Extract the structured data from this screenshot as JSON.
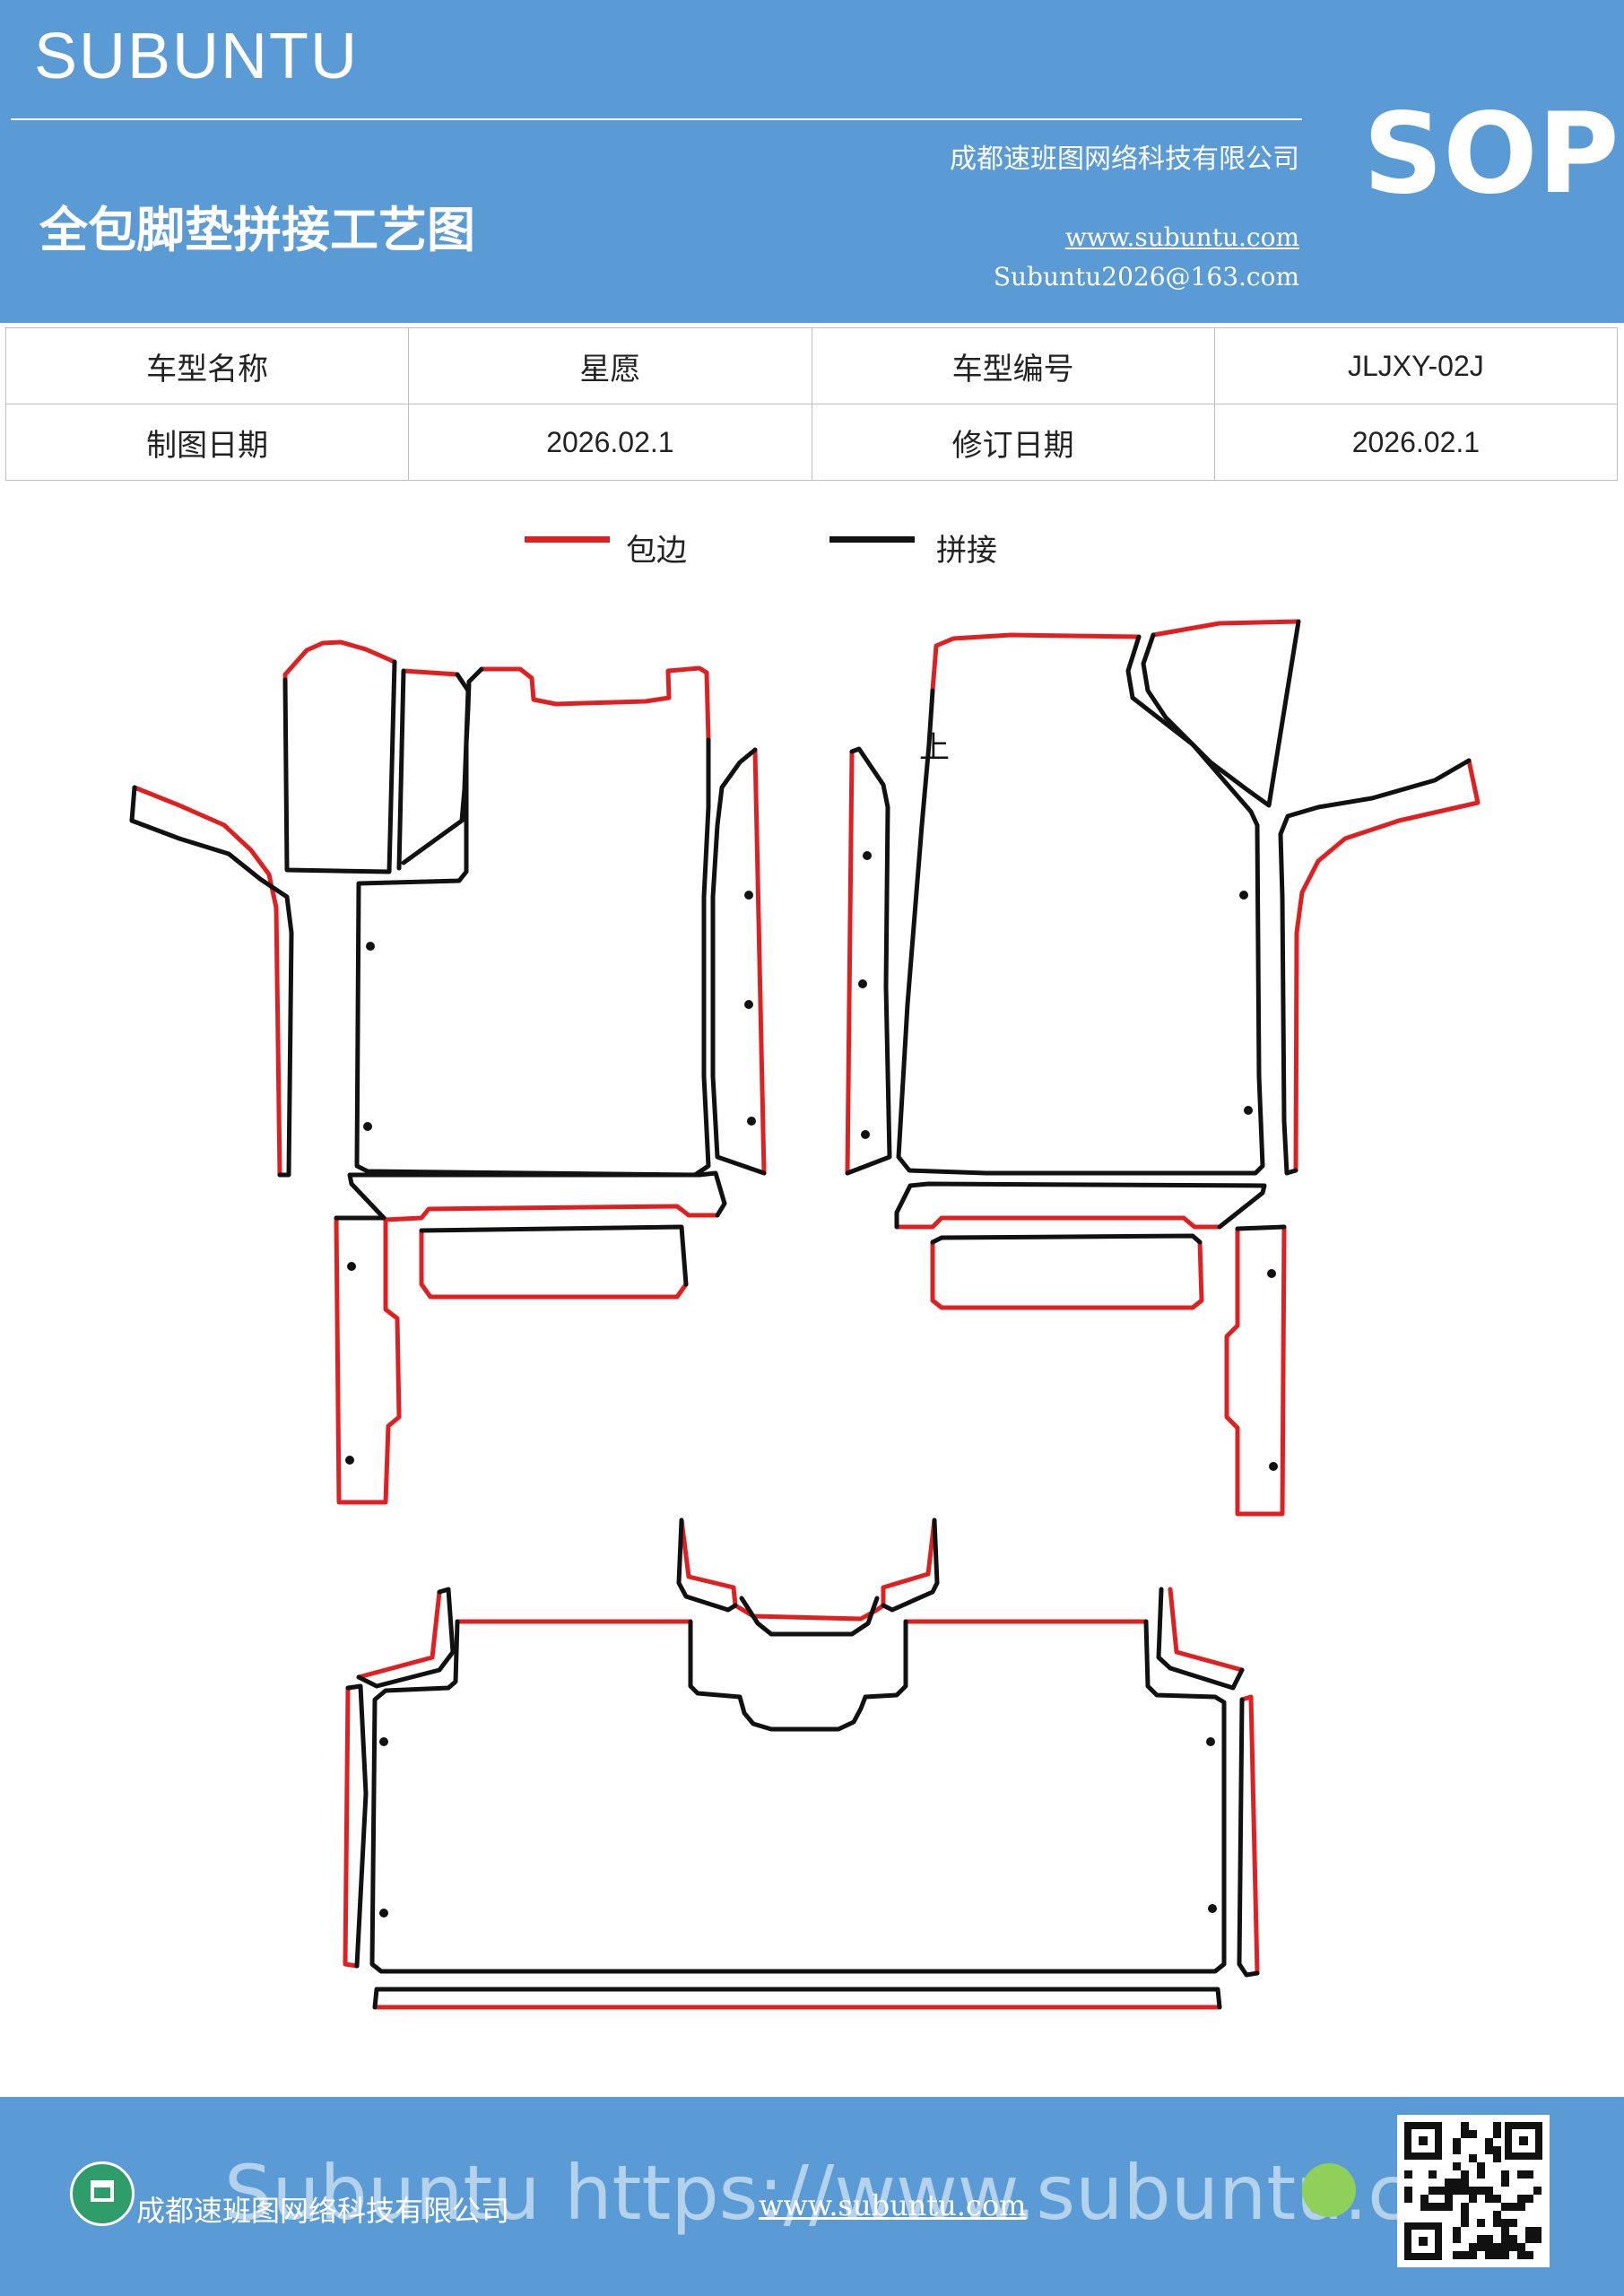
{
  "header": {
    "brand": "SUBUNTU",
    "title": "全包脚垫拼接工艺图",
    "company": "成都速班图网络科技有限公司",
    "website": "www.subuntu.com",
    "email": "Subuntu2026@163.com",
    "badge": "SOP"
  },
  "info_table": {
    "rows": [
      [
        "车型名称",
        "星愿",
        "车型编号",
        "JLJXY-02J"
      ],
      [
        "制图日期",
        "2026.02.1",
        "修订日期",
        "2026.02.1"
      ]
    ]
  },
  "legend": {
    "items": [
      {
        "label": "包边",
        "color": "#e02020"
      },
      {
        "label": "拼接",
        "color": "#111111"
      }
    ]
  },
  "drawing": {
    "orientation_mark": "上",
    "edge_color": "#e02020",
    "seam_color": "#111111"
  },
  "footer": {
    "company": "成都速班图网络科技有限公司",
    "website": "www.subuntu.com",
    "overlay": "Subuntu https://www.subuntu.com",
    "left_icon": "building-icon",
    "right_icon": "wechat-icon"
  }
}
